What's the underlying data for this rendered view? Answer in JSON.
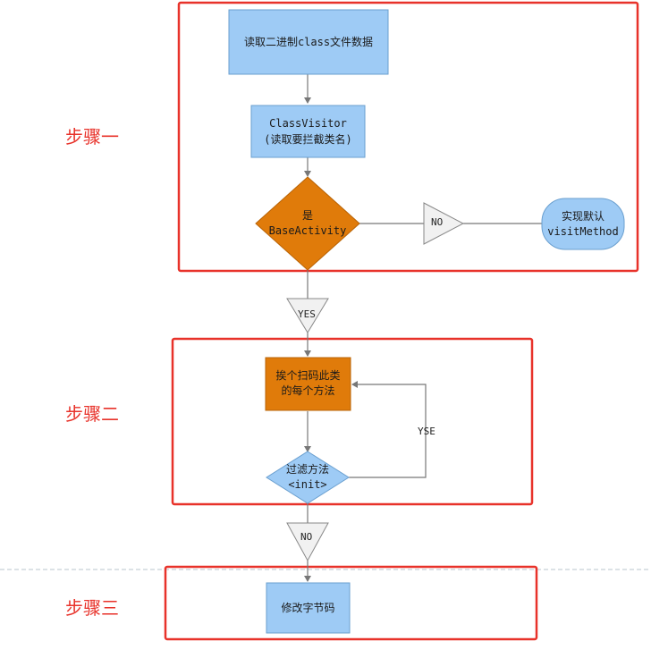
{
  "steps": [
    "步骤一",
    "步骤二",
    "步骤三"
  ],
  "nodes": {
    "read_binary": "读取二进制class文件数据",
    "class_visitor_l1": "ClassVisitor",
    "class_visitor_l2": "(读取要拦截类名)",
    "is_base_l1": "是",
    "is_base_l2": "BaseActivity",
    "no1": "NO",
    "default_visit_l1": "实现默认",
    "default_visit_l2": "visitMethod",
    "yes": "YES",
    "scan_l1": "挨个扫码此类",
    "scan_l2": "的每个方法",
    "filter_l1": "过滤方法",
    "filter_l2": "<init>",
    "yse": "YSE",
    "no2": "NO",
    "modify": "修改字节码"
  },
  "colors": {
    "blue_fill": "#9ecbf5",
    "blue_stroke": "#6a9fcf",
    "orange_fill": "#e07b0a",
    "orange_stroke": "#b86306",
    "red_frame": "#e8322a",
    "gray_tri": "#f1f1f1",
    "line": "#777777"
  }
}
